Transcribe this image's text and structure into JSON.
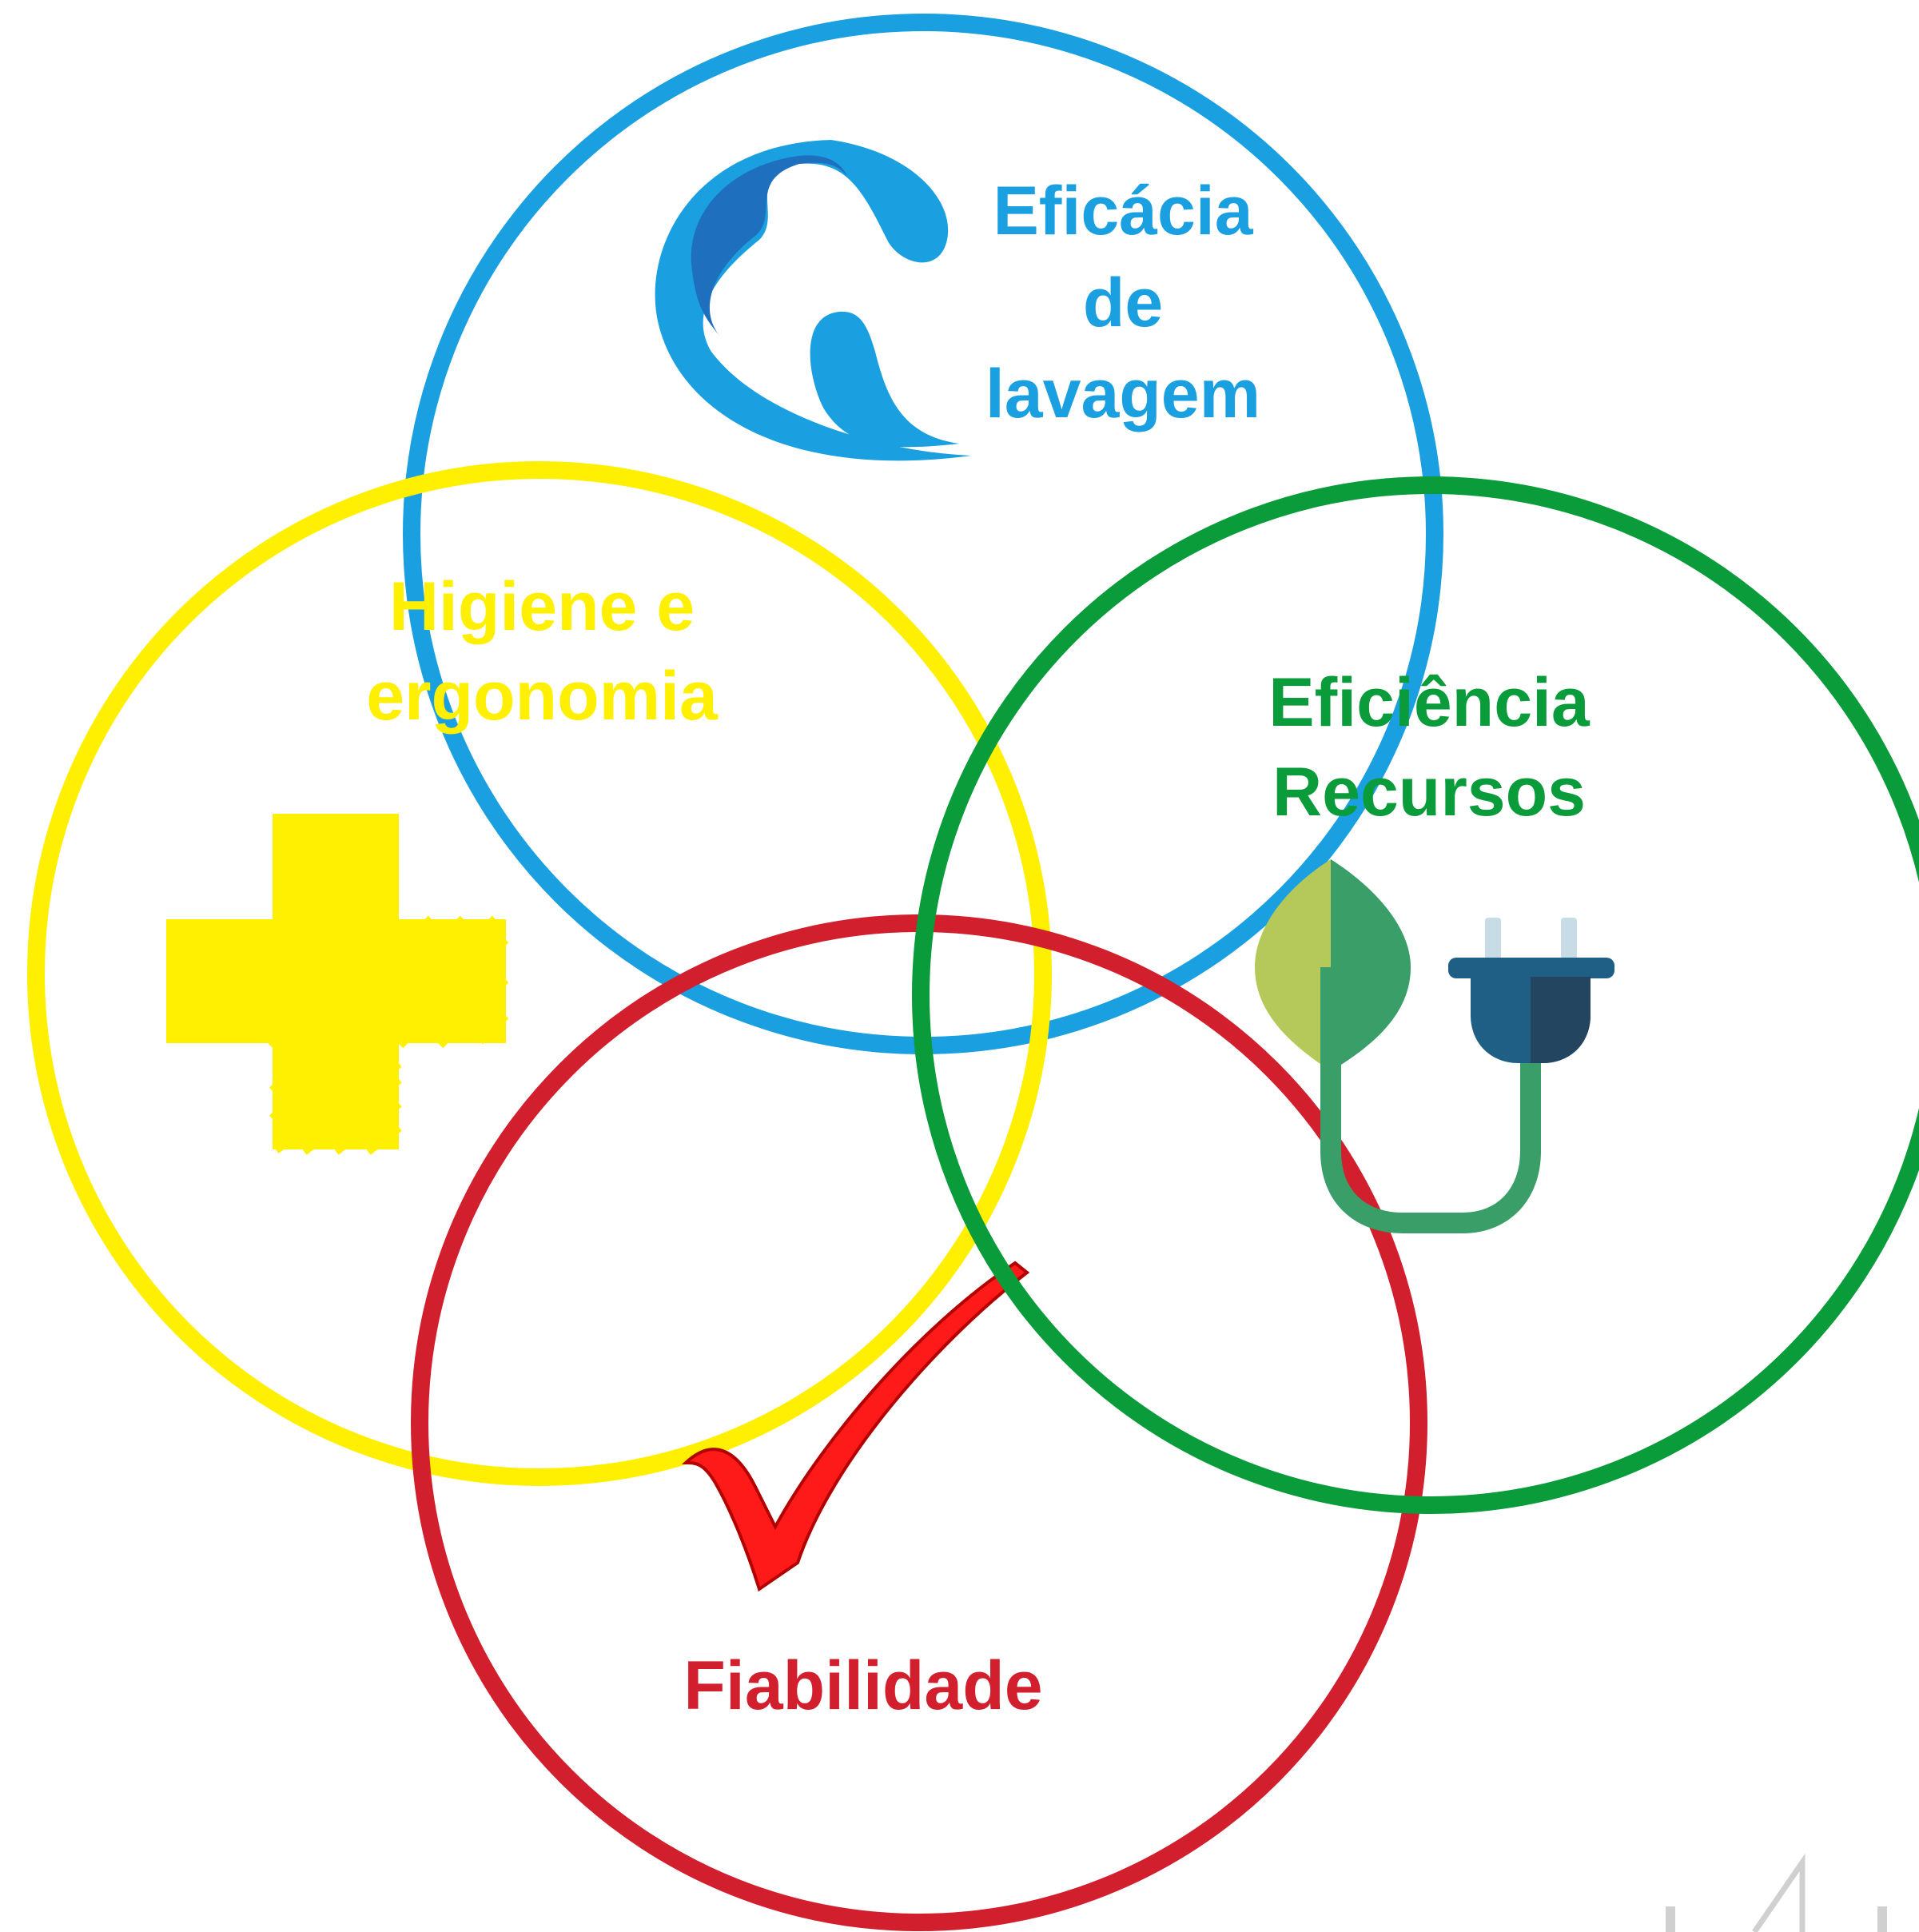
{
  "colors": {
    "blue": "#1aa0e0",
    "yellow": "#ffef00",
    "green": "#0a9b3a",
    "red": "#d11f2d",
    "check_red": "#ff1a1a",
    "grey": "#d0d0d0"
  },
  "circles": {
    "washing": {
      "lines": [
        "Eficácia",
        "de",
        "lavagem"
      ],
      "icon": "water-drop-icon"
    },
    "hygiene": {
      "lines": [
        "Higiene e",
        "ergonomia"
      ],
      "icon": "medical-cross-icon"
    },
    "efficiency": {
      "lines": [
        "Eficiência",
        "Recursos"
      ],
      "icon": "leaf-plug-icon"
    },
    "reliability": {
      "lines": [
        "Fiabilidade"
      ],
      "icon": "checkmark-icon"
    }
  }
}
